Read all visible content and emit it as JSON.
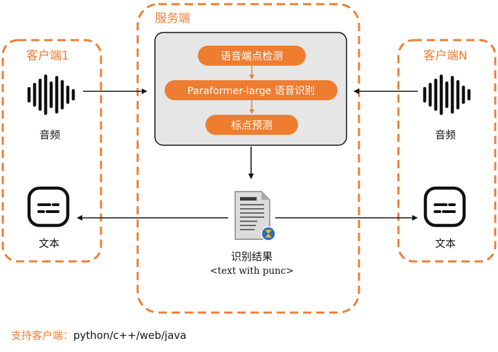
{
  "colors": {
    "accent": "#ee7d31",
    "panel": "#e6e6e6",
    "line": "#111111"
  },
  "client_left": {
    "title": "客户端1",
    "audio_label": "音频",
    "text_label": "文本",
    "audio_icon": "audio-waveform-icon",
    "text_icon": "text-box-icon"
  },
  "client_right": {
    "title": "客户端N",
    "audio_label": "音频",
    "text_label": "文本",
    "audio_icon": "audio-waveform-icon",
    "text_icon": "text-box-icon"
  },
  "server": {
    "title": "服务端",
    "steps": [
      "语音端点检测",
      "Paraformer-large 语音识别",
      "标点预测"
    ]
  },
  "result": {
    "label": "识别结果",
    "sublabel": "<text with punc>",
    "icon": "document-result-icon"
  },
  "footer": {
    "label": "支持客户端：",
    "value": "python/c++/web/java"
  }
}
